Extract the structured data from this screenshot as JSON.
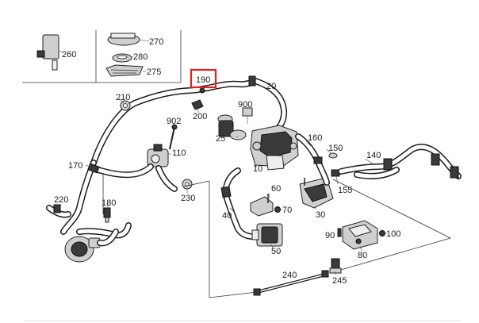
{
  "labels": {
    "p260": "260",
    "p270": "270",
    "p280": "280",
    "p275": "275",
    "p190": "190",
    "p20": "20",
    "p210": "210",
    "p200": "200",
    "p900": "900",
    "p902": "902",
    "p25": "25",
    "p110": "110",
    "p170": "170",
    "p160": "160",
    "p150": "150",
    "p140": "140",
    "p10": "10",
    "p155": "155",
    "p220": "220",
    "p230": "230",
    "p60": "60",
    "p70": "70",
    "p180": "180",
    "p40": "40",
    "p30": "30",
    "p90": "90",
    "p100": "100",
    "p50": "50",
    "p80": "80",
    "p240": "240",
    "p245": "245"
  },
  "highlight": {
    "part": "190",
    "color": "#e02020"
  }
}
